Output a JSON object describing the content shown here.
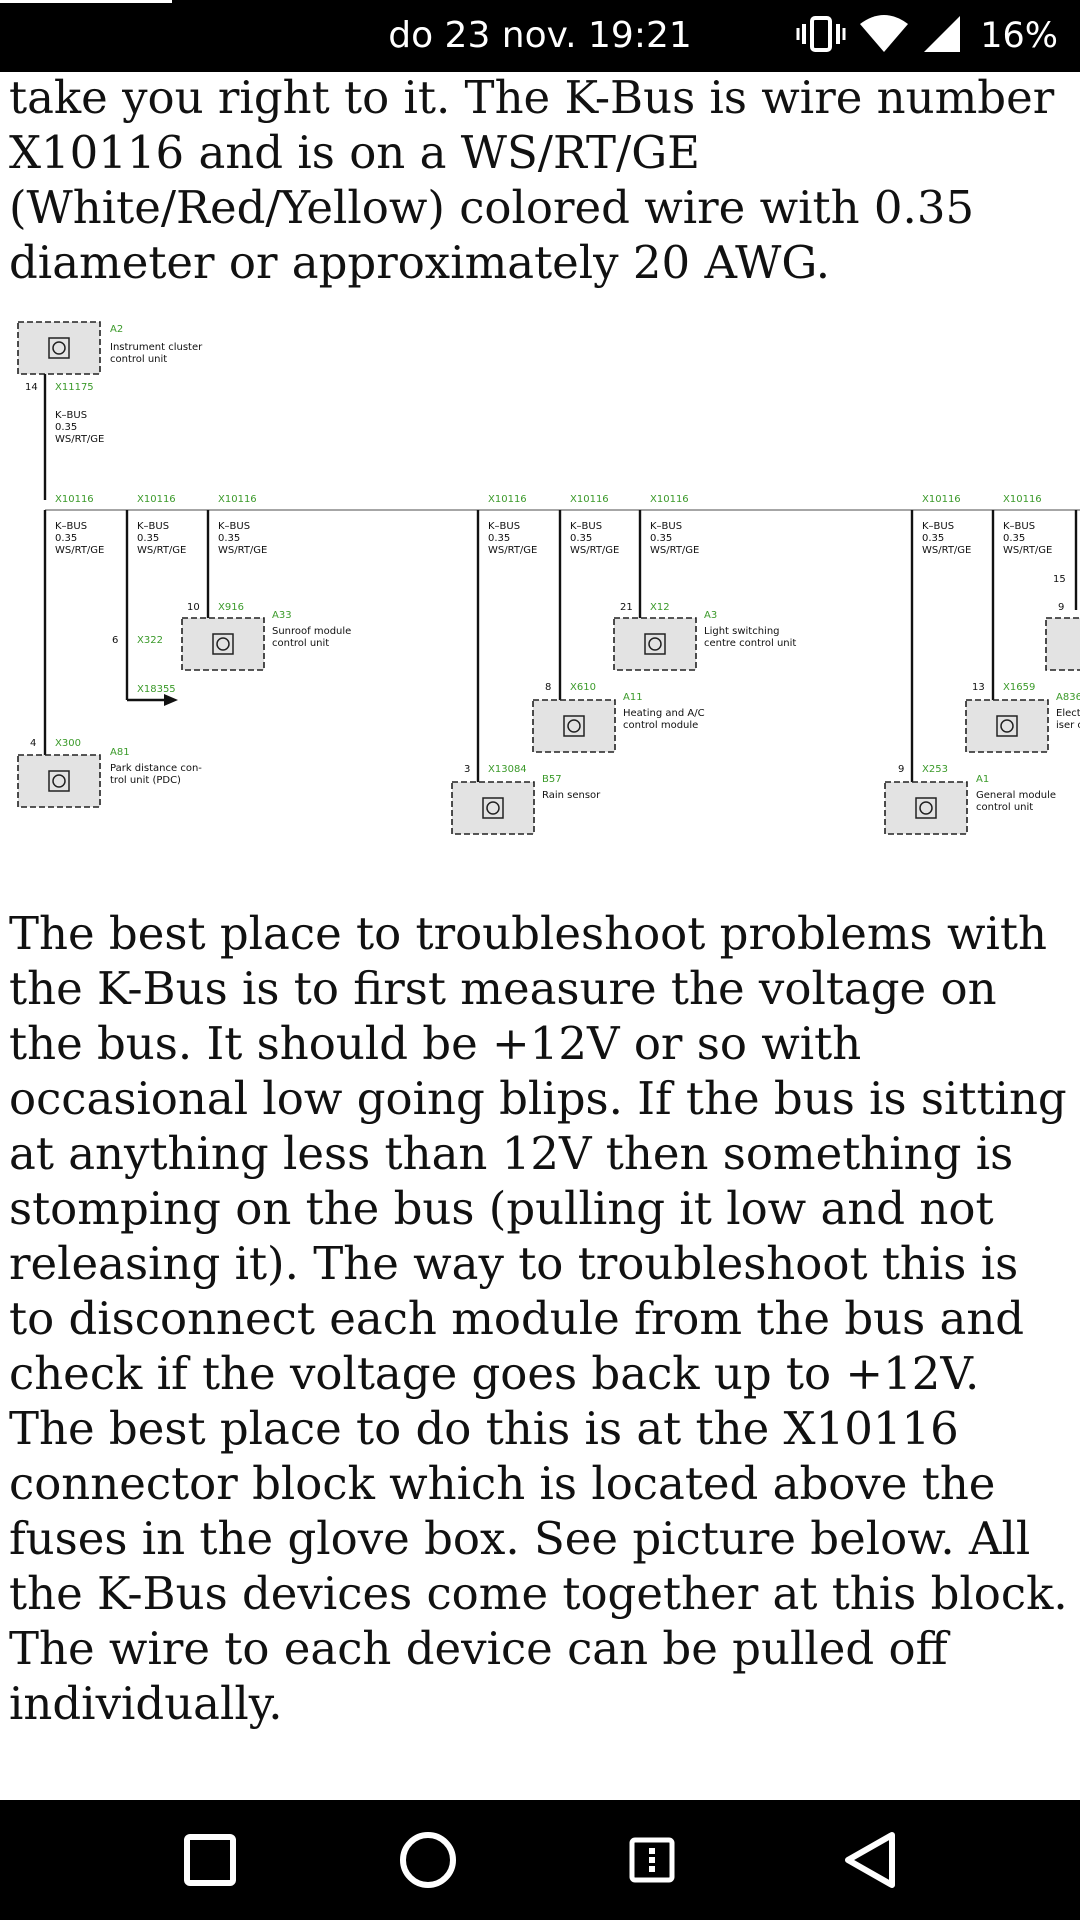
{
  "status_bar": {
    "datetime": "do 23 nov. 19:21",
    "battery": "16%",
    "icons": [
      "vibrate-icon",
      "wifi-icon",
      "cell-signal-icon"
    ]
  },
  "article": {
    "paragraph_top": "take you right to it. The K-Bus is wire number X10116 and is on a WS/RT/GE (White/Red/Yellow) colored wire with 0.35 diameter or approximately 20 AWG.",
    "paragraph_bottom": "The best place to troubleshoot problems with the K-Bus is to first measure the voltage on the bus. It should be +12V or so with occasional low going blips. If the bus is sitting at anything less than 12V then something is stomping on the bus (pulling it low and not releasing it). The way to troubleshoot this is to disconnect each module from the bus and check if the voltage goes back up to +12V. The best place to do this is at the X10116 connector block which is located above the fuses in the glove box. See picture below. All the K-Bus devices come together at this block. The wire to each device can be pulled off individually."
  },
  "diagram": {
    "top_module": {
      "id": "A2",
      "name_l1": "Instrument cluster",
      "name_l2": "control unit",
      "pin": "14",
      "connector": "X11175"
    },
    "wire_label": {
      "l1": "K–BUS",
      "l2": "0.35",
      "l3": "WS/RT/GE"
    },
    "bus_connector": "X10116",
    "modules": [
      {
        "id": "A81",
        "l1": "Park distance con-",
        "l2": "trol unit (PDC)",
        "pin": "4",
        "connector": "X300"
      },
      {
        "id": "",
        "l1": "",
        "l2": "",
        "pin": "6",
        "connector": "X322",
        "connector2": "X18355"
      },
      {
        "id": "A33",
        "l1": "Sunroof module",
        "l2": "control unit",
        "pin": "10",
        "connector": "X916"
      },
      {
        "id": "B57",
        "l1": "Rain sensor",
        "l2": "",
        "pin": "3",
        "connector": "X13084"
      },
      {
        "id": "A11",
        "l1": "Heating and A/C",
        "l2": "control module",
        "pin": "8",
        "connector": "X610"
      },
      {
        "id": "A3",
        "l1": "Light switching",
        "l2": "centre control unit",
        "pin": "21",
        "connector": "X12"
      },
      {
        "id": "A1",
        "l1": "General module",
        "l2": "control unit",
        "pin": "9",
        "connector": "X253"
      },
      {
        "id": "A836",
        "l1": "Elect",
        "l2": "iser c",
        "pin": "13",
        "connector": "X1659"
      }
    ],
    "edge_pins": [
      "15",
      "9"
    ]
  },
  "nav_bar": {
    "icons": [
      "recents-square-icon",
      "home-circle-icon",
      "menu-icon",
      "back-triangle-icon"
    ]
  }
}
